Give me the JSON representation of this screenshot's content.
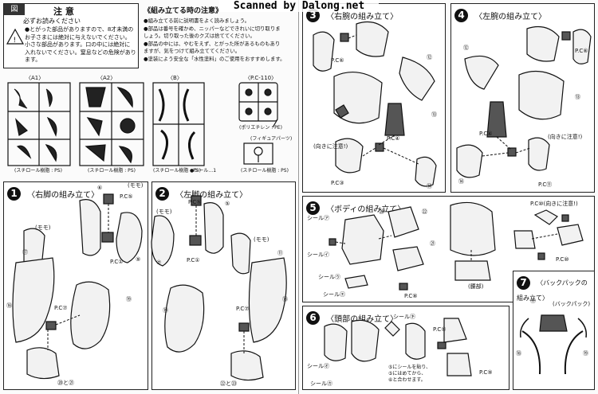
{
  "watermark": "Scanned by Dalong.net",
  "left": {
    "caution": {
      "corner": "図",
      "title": "注 意",
      "subtitle": "必ずお読みください",
      "items": [
        "●とがった部品がありますので、8才未満の",
        "お子さまには絶対に与えないでください。",
        "小さな部品があります。口の中には絶対に",
        "入れないでください。窒息などの危険があります。"
      ]
    },
    "notes": {
      "title": "《組み立てる時の注意》",
      "items": [
        "●組み立てる前に説明書をよく読みましょう。",
        "●部品は番号を確かめ、ニッパーなどできれいに切り取りま",
        "しょう。切り取った後のクズは捨ててください。",
        "●部品の中には、やむをえず、とがった所があるものもあり",
        "ますが、気をつけて組み立ててください。",
        "●塗装によう安全な「水性塗料」のご使用をおすすめします。"
      ]
    },
    "runners": [
      {
        "id": "〈A1〉",
        "material": "(スチロール樹脂 : PS)"
      },
      {
        "id": "〈A2〉",
        "material": "(スチロール樹脂 : PS)"
      },
      {
        "id": "〈B〉",
        "material": "(スチロール樹脂 : PS)"
      },
      {
        "id": "〈P.C-110〉",
        "material": "(ポリエチレン : PE)"
      }
    ],
    "sticker_label": "●シール…1",
    "figure_parts": "(フィギュアパーツ)",
    "figure_material": "(スチロール樹脂 : PS)",
    "step1": {
      "no": "1",
      "title": "〈右脚の組み立て〉",
      "labels": [
        "(モモ)",
        "(モモ)",
        "P.C⑤",
        "P.C①",
        "P.C⑦",
        "⑥",
        "⑰",
        "⑨",
        "⑲",
        "⑱",
        "⑳と㉑"
      ]
    },
    "step2": {
      "no": "2",
      "title": "〈左脚の組み立て〉",
      "labels": [
        "(モモ)",
        "(モモ)",
        "P.C⑤",
        "P.C①",
        "P.C⑦",
        "⑤",
        "⑪",
        "⑦",
        "⑲",
        "⑱",
        "㉒と㉓"
      ]
    }
  },
  "right": {
    "step3": {
      "no": "3",
      "title": "〈右腕の組み立て〉",
      "labels": [
        "P.C⑥",
        "P.C④",
        "(向きに注意!)",
        "P.C③",
        "⑫",
        "⑬",
        "⑭"
      ]
    },
    "step4": {
      "no": "4",
      "title": "〈左腕の組み立て〉",
      "labels": [
        "P.C⑥",
        "P.C④",
        "(向きに注意!)",
        "P.C⑪",
        "⑫",
        "⑬",
        "⑭"
      ]
    },
    "step5": {
      "no": "5",
      "title": "〈ボディの組み立て〉",
      "labels": [
        "シール㋐",
        "シール㋑",
        "シール㋒",
        "シール㋓",
        "P.C⑧",
        "(腰部)",
        "P.C⑩(向きに注意!)",
        "P.C⑩",
        "⑳",
        "㉑",
        "㉒"
      ]
    },
    "step6": {
      "no": "6",
      "title": "〈頭部の組み立て〉",
      "labels": [
        "シール㋔",
        "シール㋕",
        "シール㋖",
        "P.C⑨",
        "P.C⑨",
        "⑤にシールを貼り、",
        "⑤にはめてから、",
        "⑥と合わせます。"
      ]
    },
    "step7": {
      "no": "7",
      "title": "〈バックパックの組み立て〉",
      "labels": [
        "(バックパック)",
        "⑰",
        "⑱",
        "⑲"
      ]
    }
  }
}
